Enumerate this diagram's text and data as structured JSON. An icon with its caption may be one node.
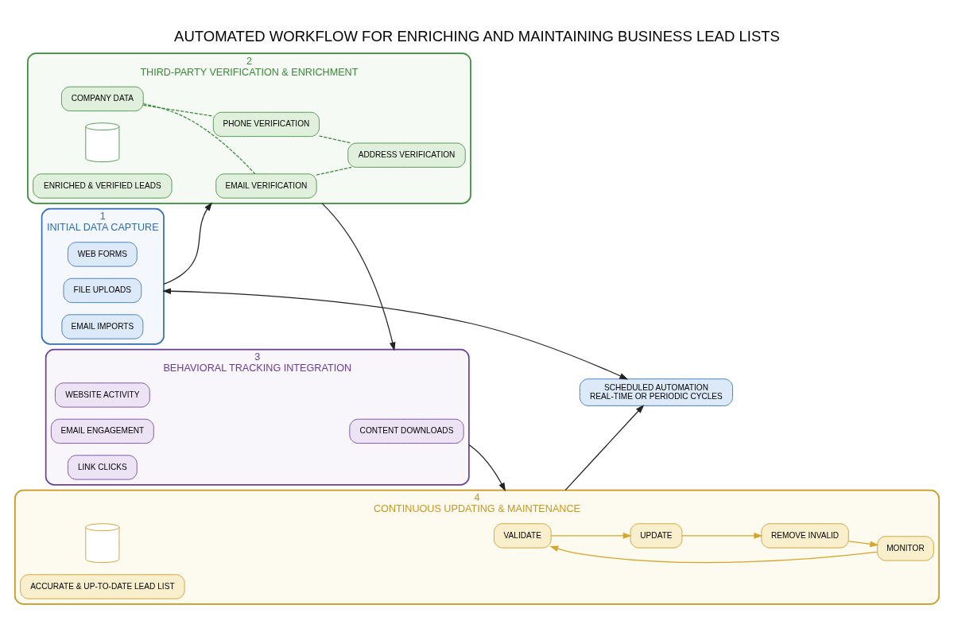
{
  "diagram": {
    "title": "AUTOMATED WORKFLOW FOR ENRICHING AND MAINTAINING BUSINESS LEAD LISTS",
    "nodes": [
      {
        "text": [
          "1",
          "INITIAL DATA CAPTURE"
        ]
      },
      {
        "text": [
          "WEB FORMS"
        ],
        "in": 0
      },
      {
        "text": [
          "FILE UPLOADS"
        ],
        "in": 0
      },
      {
        "text": [
          "EMAIL IMPORTS"
        ],
        "in": 0
      },
      {
        "text": [
          "2",
          "THIRD-PARTY VERIFICATION & ENRICHMENT"
        ]
      },
      {
        "text": [
          "COMPANY DATA"
        ],
        "in": 4
      },
      {
        "text": [
          "PHONE VERIFICATION"
        ],
        "in": 4
      },
      {
        "text": [],
        "shape": "cylinder",
        "in": 4
      },
      {
        "text": [
          "EMAIL VERIFICATION"
        ],
        "in": 4
      },
      {
        "text": [
          "ADDRESS VERIFICATION"
        ],
        "in": 4
      },
      {
        "text": [
          "ENRICHED & VERIFIED LEADS"
        ],
        "in": 4
      },
      {
        "text": [
          "3",
          "BEHAVIORAL TRACKING INTEGRATION"
        ]
      },
      {
        "text": [
          "WEBSITE ACTIVITY"
        ],
        "in": 11
      },
      {
        "text": [
          "EMAIL ENGAGEMENT"
        ],
        "in": 11
      },
      {
        "text": [
          "CONTENT DOWNLOADS"
        ],
        "in": 11
      },
      {
        "text": [
          "LINK CLICKS"
        ],
        "in": 11
      },
      {
        "text": [
          "4",
          "CONTINUOUS UPDATING & MAINTENANCE"
        ]
      },
      {
        "text": [
          "MONITOR"
        ],
        "in": 16
      },
      {
        "text": [
          "REMOVE INVALID"
        ],
        "in": 16
      },
      {
        "text": [],
        "shape": "cylinder",
        "in": 16
      },
      {
        "text": [
          "VALIDATE"
        ],
        "in": 16
      },
      {
        "text": [
          "UPDATE"
        ],
        "in": 16
      },
      {
        "text": [
          "ACCURATE & UP-TO-DATE LEAD LIST"
        ],
        "in": 16
      },
      {
        "text": [
          "SCHEDULED AUTOMATION",
          "REAL-TIME OR PERIODIC CYCLES"
        ]
      }
    ],
    "edges": [
      {
        "from": 0,
        "to": 4,
        "arrow": "to"
      },
      {
        "from": 4,
        "to": 11,
        "arrow": "to"
      },
      {
        "from": 11,
        "to": 16,
        "arrow": "to"
      },
      {
        "from": 16,
        "to": 23,
        "arrow": "to"
      },
      {
        "from": 23,
        "to": 0,
        "arrow": "both"
      },
      {
        "from": 5,
        "to": 6,
        "arrow": "none",
        "style": "dashed",
        "color": "#3a8a3a"
      },
      {
        "from": 5,
        "to": 8,
        "arrow": "none",
        "style": "dashed",
        "color": "#3a8a3a"
      },
      {
        "from": 6,
        "to": 9,
        "arrow": "none",
        "style": "dashed",
        "color": "#3a8a3a"
      },
      {
        "from": 8,
        "to": 9,
        "arrow": "none",
        "style": "dashed",
        "color": "#3a8a3a"
      },
      {
        "from": 17,
        "to": 20,
        "arrow": "to",
        "color": "#d4a62a"
      },
      {
        "from": 20,
        "to": 21,
        "arrow": "to",
        "color": "#d4a62a"
      },
      {
        "from": 21,
        "to": 18,
        "arrow": "to",
        "color": "#d4a62a"
      },
      {
        "from": 18,
        "to": 17,
        "arrow": "to",
        "color": "#d4a62a"
      }
    ]
  }
}
